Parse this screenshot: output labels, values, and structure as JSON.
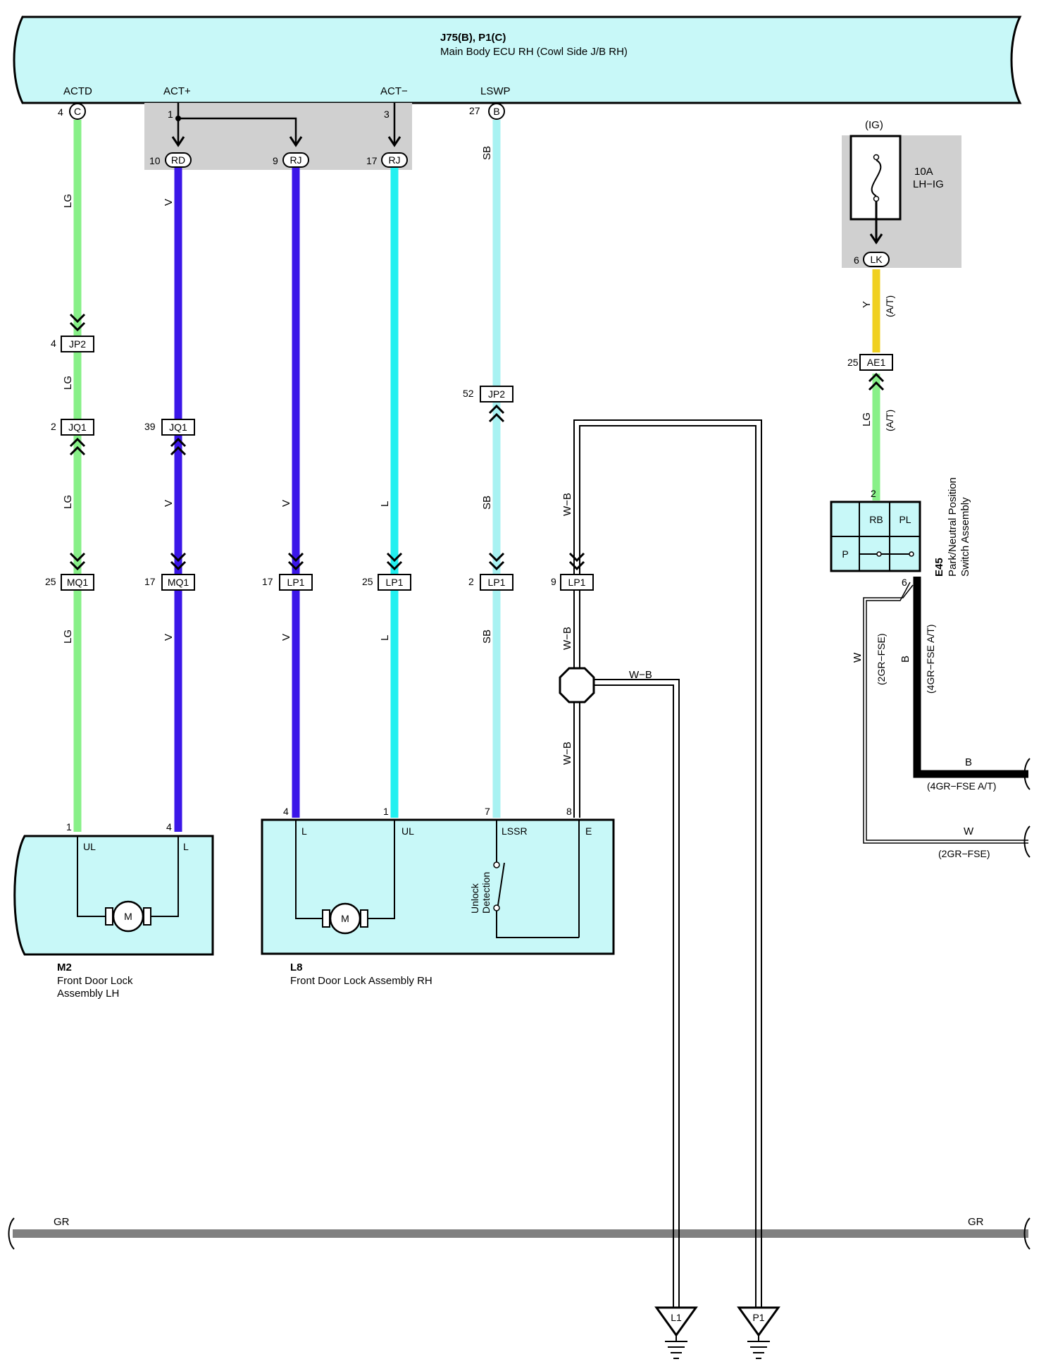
{
  "ecu": {
    "title": "J75(B), P1(C)",
    "subtitle": "Main Body ECU RH (Cowl Side J/B RH)",
    "terminals": [
      {
        "name": "ACTD",
        "pin": "4",
        "conn": "C"
      },
      {
        "name": "ACT+",
        "pin": "1",
        "conn": ""
      },
      {
        "name": "ACT−",
        "pin": "3",
        "conn": ""
      },
      {
        "name": "LSWP",
        "pin": "27",
        "conn": "B"
      }
    ]
  },
  "jb_connectors": [
    {
      "pin": "10",
      "label": "RD"
    },
    {
      "pin": "9",
      "label": "RJ"
    },
    {
      "pin": "17",
      "label": "RJ"
    }
  ],
  "fuse": {
    "group": "(IG)",
    "rating": "10A",
    "name": "LH−IG",
    "conn_pin": "6",
    "conn_label": "LK"
  },
  "wire_colors": {
    "LG": "#88F088",
    "V": "#3B16E8",
    "L": "#22F0F0",
    "SB": "#A8F2F2",
    "Y": "#F0D020",
    "B": "#000000",
    "GR": "#808080",
    "component_fill": "#C8F8F8",
    "junction_shade": "#D0D0D0"
  },
  "wire_labels": {
    "lg": "LG",
    "v": "V",
    "l": "L",
    "sb": "SB",
    "wb": "W−B",
    "y": "Y",
    "at": "(A/T)",
    "b": "B",
    "w": "W",
    "gr": "GR",
    "fse2": "(2GR−FSE)",
    "fse4at": "(4GR−FSE A/T)"
  },
  "inline_connectors": [
    {
      "pin": "4",
      "label": "JP2"
    },
    {
      "pin": "2",
      "label": "JQ1"
    },
    {
      "pin": "39",
      "label": "JQ1"
    },
    {
      "pin": "52",
      "label": "JP2"
    },
    {
      "pin": "25",
      "label": "AE1"
    },
    {
      "pin": "25",
      "label": "MQ1"
    },
    {
      "pin": "17",
      "label": "MQ1"
    },
    {
      "pin": "17",
      "label": "LP1"
    },
    {
      "pin": "25",
      "label": "LP1"
    },
    {
      "pin": "2",
      "label": "LP1"
    },
    {
      "pin": "9",
      "label": "LP1"
    }
  ],
  "switch": {
    "code": "E45",
    "name_line1": "Park/Neutral Position",
    "name_line2": "Switch Assembly",
    "pin_in": "2",
    "pin_out": "6",
    "cells": [
      "RB",
      "PL",
      "P"
    ]
  },
  "m2": {
    "code": "M2",
    "name_line1": "Front Door Lock",
    "name_line2": "Assembly LH",
    "pins": [
      "1",
      "4"
    ],
    "terminals": [
      "UL",
      "L"
    ],
    "motor": "M"
  },
  "l8": {
    "code": "L8",
    "name": "Front Door Lock Assembly RH",
    "pins": [
      "4",
      "1",
      "7",
      "8"
    ],
    "terminals": [
      "L",
      "UL",
      "LSSR",
      "E"
    ],
    "motor": "M",
    "switch_line1": "Unlock",
    "switch_line2": "Detection"
  },
  "grounds": [
    {
      "label": "L1"
    },
    {
      "label": "P1"
    }
  ]
}
